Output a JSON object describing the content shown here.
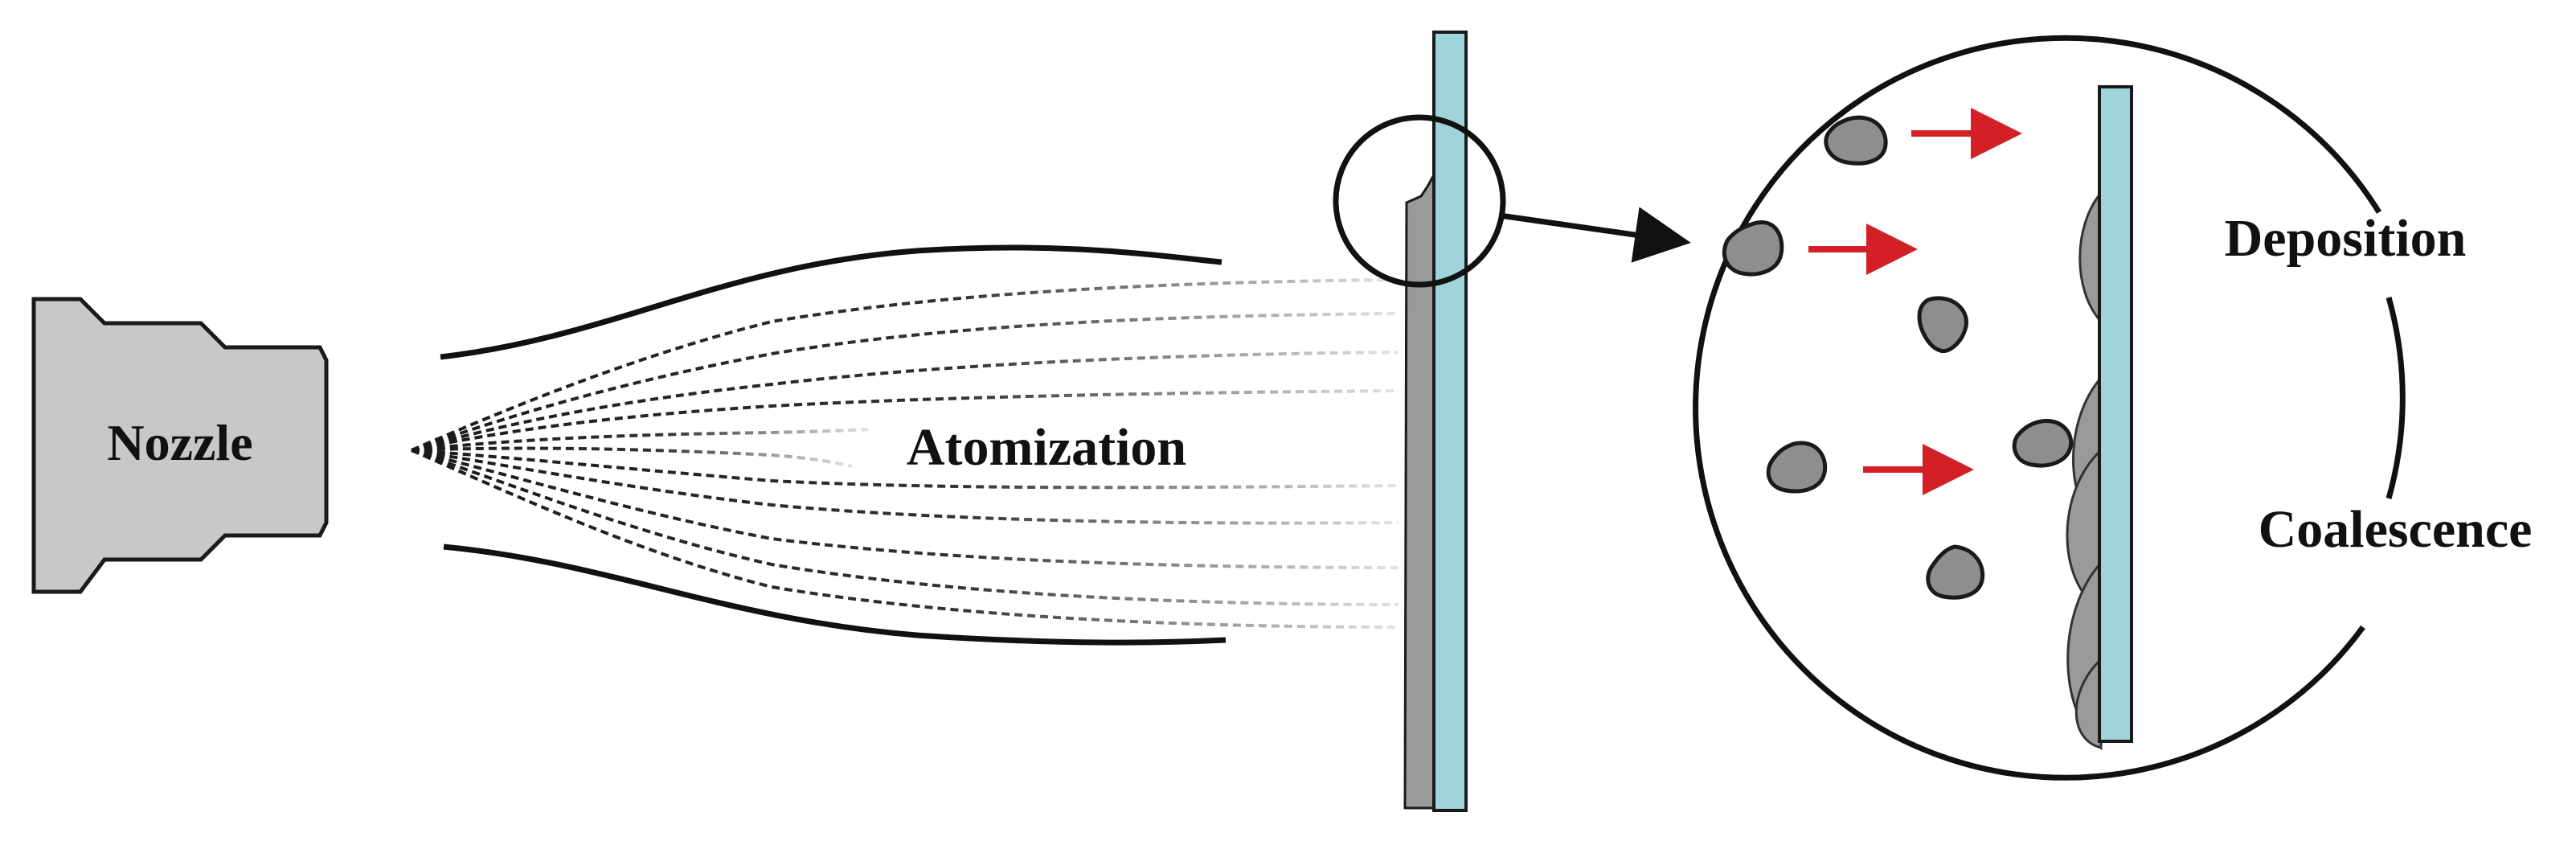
{
  "labels": {
    "nozzle": "Nozzle",
    "atomization": "Atomization",
    "deposition": "Deposition",
    "coalescence": "Coalescence"
  },
  "colors": {
    "nozzle_fill": "#c8c8c8",
    "outline": "#1a1a1a",
    "substrate": "#9fd5da",
    "film": "#9a9a9a",
    "droplet": "#8e8e90",
    "arrow_red": "#d32027"
  },
  "icons": [
    "nozzle-shape",
    "spray-plume",
    "substrate-plate",
    "magnifier-circle",
    "pointer-arrow",
    "droplet",
    "motion-arrow"
  ]
}
